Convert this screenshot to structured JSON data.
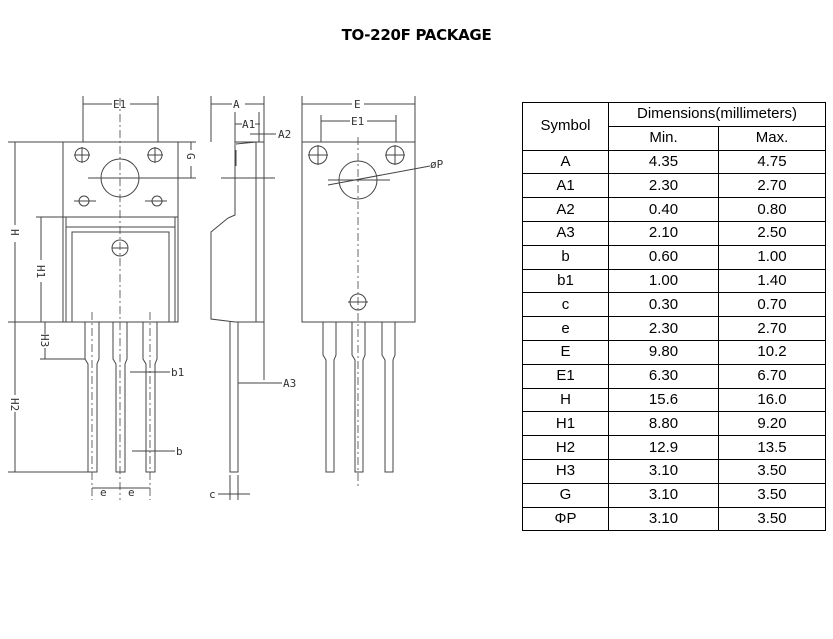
{
  "title": "TO-220F PACKAGE",
  "drawing_labels": {
    "E1": "E1",
    "E": "E",
    "A": "A",
    "A1": "A1",
    "A2": "A2",
    "A3": "A3",
    "G": "G",
    "H": "H",
    "H1": "H1",
    "H2": "H2",
    "H3": "H3",
    "b": "b",
    "b1": "b1",
    "c": "c",
    "e": "e",
    "phiP": "øP"
  },
  "table": {
    "symbol_header": "Symbol",
    "dim_header": "Dimensions(millimeters)",
    "min_header": "Min.",
    "max_header": "Max.",
    "rows": [
      {
        "symbol": "A",
        "min": "4.35",
        "max": "4.75"
      },
      {
        "symbol": "A1",
        "min": "2.30",
        "max": "2.70"
      },
      {
        "symbol": "A2",
        "min": "0.40",
        "max": "0.80"
      },
      {
        "symbol": "A3",
        "min": "2.10",
        "max": "2.50"
      },
      {
        "symbol": "b",
        "min": "0.60",
        "max": "1.00"
      },
      {
        "symbol": "b1",
        "min": "1.00",
        "max": "1.40"
      },
      {
        "symbol": "c",
        "min": "0.30",
        "max": "0.70"
      },
      {
        "symbol": "e",
        "min": "2.30",
        "max": "2.70"
      },
      {
        "symbol": "E",
        "min": "9.80",
        "max": "10.2"
      },
      {
        "symbol": "E1",
        "min": "6.30",
        "max": "6.70"
      },
      {
        "symbol": "H",
        "min": "15.6",
        "max": "16.0"
      },
      {
        "symbol": "H1",
        "min": "8.80",
        "max": "9.20"
      },
      {
        "symbol": "H2",
        "min": "12.9",
        "max": "13.5"
      },
      {
        "symbol": "H3",
        "min": "3.10",
        "max": "3.50"
      },
      {
        "symbol": "G",
        "min": "3.10",
        "max": "3.50"
      },
      {
        "symbol": "ΦP",
        "min": "3.10",
        "max": "3.50"
      }
    ]
  }
}
